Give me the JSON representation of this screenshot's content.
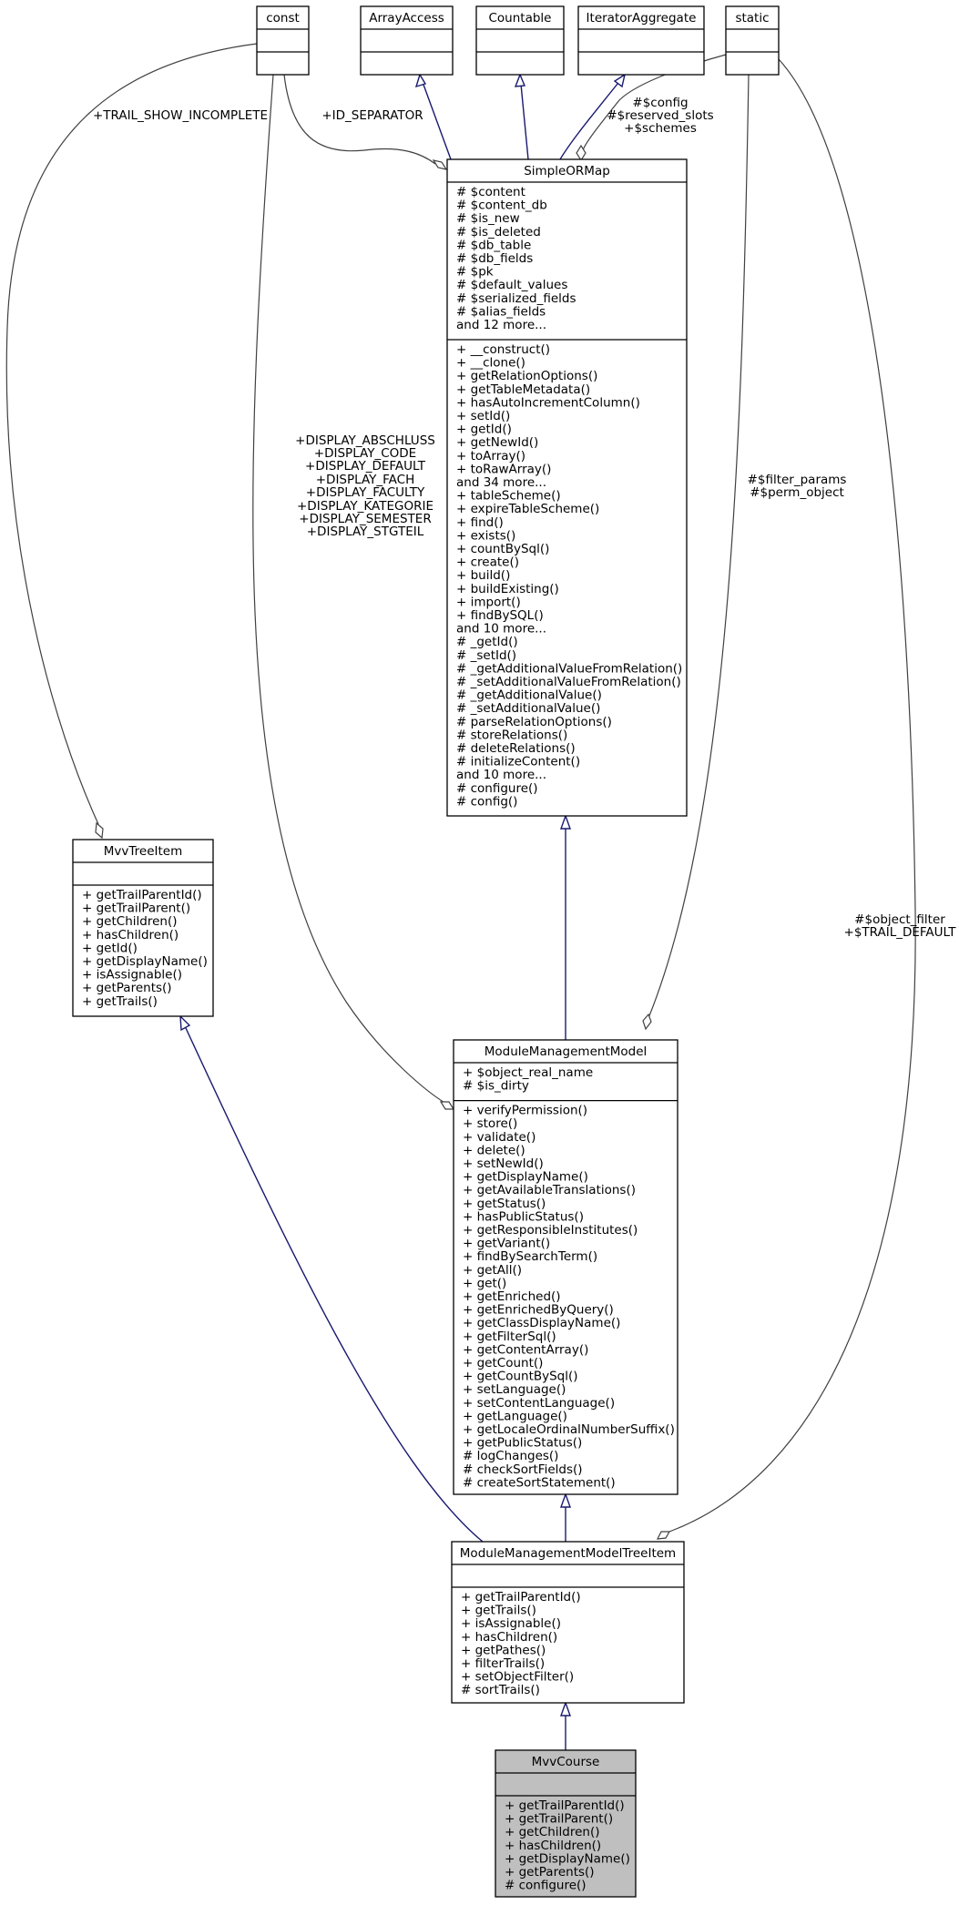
{
  "classes": {
    "const": {
      "name": "const",
      "attributes": [],
      "methods": []
    },
    "array_access": {
      "name": "ArrayAccess",
      "attributes": [],
      "methods": []
    },
    "countable": {
      "name": "Countable",
      "attributes": [],
      "methods": []
    },
    "iterator_aggregate": {
      "name": "IteratorAggregate",
      "attributes": [],
      "methods": []
    },
    "static": {
      "name": "static",
      "attributes": [],
      "methods": []
    },
    "simple_orm_map": {
      "name": "SimpleORMap",
      "attributes": [
        "# $content",
        "# $content_db",
        "# $is_new",
        "# $is_deleted",
        "# $db_table",
        "# $db_fields",
        "# $pk",
        "# $default_values",
        "# $serialized_fields",
        "# $alias_fields",
        "and 12 more..."
      ],
      "methods": [
        "+ __construct()",
        "+ __clone()",
        "+ getRelationOptions()",
        "+ getTableMetadata()",
        "+ hasAutoIncrementColumn()",
        "+ setId()",
        "+ getId()",
        "+ getNewId()",
        "+ toArray()",
        "+ toRawArray()",
        "and 34 more...",
        "+ tableScheme()",
        "+ expireTableScheme()",
        "+ find()",
        "+ exists()",
        "+ countBySql()",
        "+ create()",
        "+ build()",
        "+ buildExisting()",
        "+ import()",
        "+ findBySQL()",
        "and 10 more...",
        "# _getId()",
        "# _setId()",
        "# _getAdditionalValueFromRelation()",
        "# _setAdditionalValueFromRelation()",
        "# _getAdditionalValue()",
        "# _setAdditionalValue()",
        "# parseRelationOptions()",
        "# storeRelations()",
        "# deleteRelations()",
        "# initializeContent()",
        "and 10 more...",
        "# configure()",
        "# config()"
      ]
    },
    "mvv_tree_item": {
      "name": "MvvTreeItem",
      "attributes": [],
      "methods": [
        "+ getTrailParentId()",
        "+ getTrailParent()",
        "+ getChildren()",
        "+ hasChildren()",
        "+ getId()",
        "+ getDisplayName()",
        "+ isAssignable()",
        "+ getParents()",
        "+ getTrails()"
      ]
    },
    "module_management_model": {
      "name": "ModuleManagementModel",
      "attributes": [
        "+ $object_real_name",
        "# $is_dirty"
      ],
      "methods": [
        "+ verifyPermission()",
        "+ store()",
        "+ validate()",
        "+ delete()",
        "+ setNewId()",
        "+ getDisplayName()",
        "+ getAvailableTranslations()",
        "+ getStatus()",
        "+ hasPublicStatus()",
        "+ getResponsibleInstitutes()",
        "+ getVariant()",
        "+ findBySearchTerm()",
        "+ getAll()",
        "+ get()",
        "+ getEnriched()",
        "+ getEnrichedByQuery()",
        "+ getClassDisplayName()",
        "+ getFilterSql()",
        "+ getContentArray()",
        "+ getCount()",
        "+ getCountBySql()",
        "+ setLanguage()",
        "+ setContentLanguage()",
        "+ getLanguage()",
        "+ getLocaleOrdinalNumberSuffix()",
        "+ getPublicStatus()",
        "# logChanges()",
        "# checkSortFields()",
        "# createSortStatement()"
      ]
    },
    "module_management_model_tree_item": {
      "name": "ModuleManagementModelTreeItem",
      "attributes": [],
      "methods": [
        "+ getTrailParentId()",
        "+ getTrails()",
        "+ isAssignable()",
        "+ hasChildren()",
        "+ getPathes()",
        "+ filterTrails()",
        "+ setObjectFilter()",
        "# sortTrails()"
      ]
    },
    "mvv_course": {
      "name": "MvvCourse",
      "attributes": [],
      "methods": [
        "+ getTrailParentId()",
        "+ getTrailParent()",
        "+ getChildren()",
        "+ hasChildren()",
        "+ getDisplayName()",
        "+ getParents()",
        "# configure()"
      ]
    }
  },
  "edge_labels": {
    "trail_show_incomplete": [
      "+TRAIL_SHOW_INCOMPLETE"
    ],
    "id_separator": [
      "+ID_SEPARATOR"
    ],
    "config_slots": [
      "#$config",
      "#$reserved_slots",
      "+$schemes"
    ],
    "display_constants": [
      "+DISPLAY_ABSCHLUSS",
      "+DISPLAY_CODE",
      "+DISPLAY_DEFAULT",
      "+DISPLAY_FACH",
      "+DISPLAY_FACULTY",
      "+DISPLAY_KATEGORIE",
      "+DISPLAY_SEMESTER",
      "+DISPLAY_STGTEIL"
    ],
    "filter_params": [
      "#$filter_params",
      "#$perm_object"
    ],
    "object_filter": [
      "#$object_filter",
      "+$TRAIL_DEFAULT"
    ]
  },
  "colors": {
    "inheritance_edge": "#191970",
    "usage_edge": "#404040",
    "current_class_fill": "#bfbfbf"
  }
}
